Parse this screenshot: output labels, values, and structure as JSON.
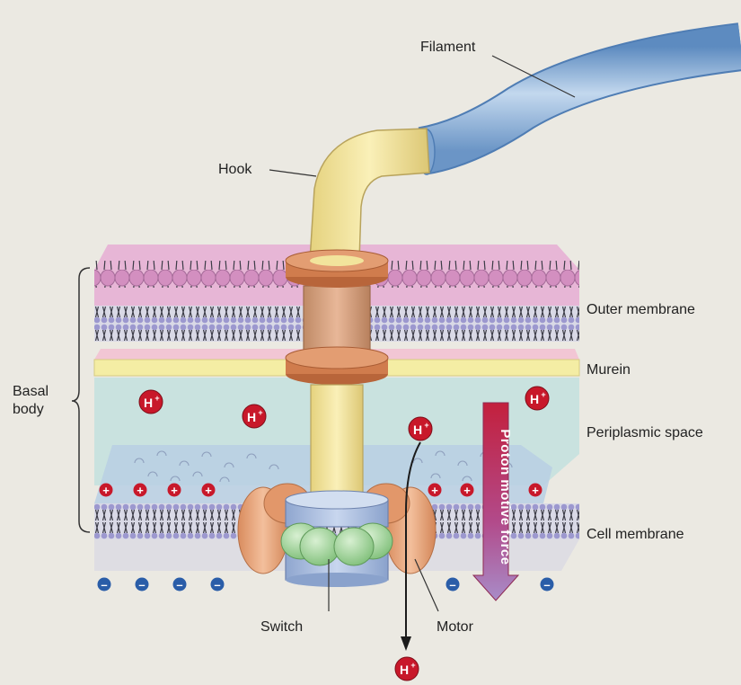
{
  "labels": {
    "filament": "Filament",
    "hook": "Hook",
    "outer_membrane": "Outer membrane",
    "murein": "Murein",
    "periplasmic_space": "Periplasmic space",
    "cell_membrane": "Cell membrane",
    "basal_body": [
      "Basal",
      "body"
    ],
    "switch": "Switch",
    "motor": "Motor",
    "proton_motive_force": "Proton motive force"
  },
  "ions": {
    "proton_big": "H",
    "proton_superscript": "+",
    "plus_sign": "+",
    "minus_sign": "–"
  },
  "colors": {
    "periplasm": "#c9e2df",
    "murein": "#f4eda4",
    "outer_membrane_top": "#d99cc3",
    "membrane_tails": "#3b3b46",
    "filament": "#8eb4dc",
    "hook": "#f2e49c",
    "ring": "#c9784c",
    "motor": "#e8a57c",
    "switch": "#a4d4a0",
    "proton": "#c8182a",
    "negative_ion": "#2a5da8",
    "pmf_arrow": "#c3203d"
  }
}
